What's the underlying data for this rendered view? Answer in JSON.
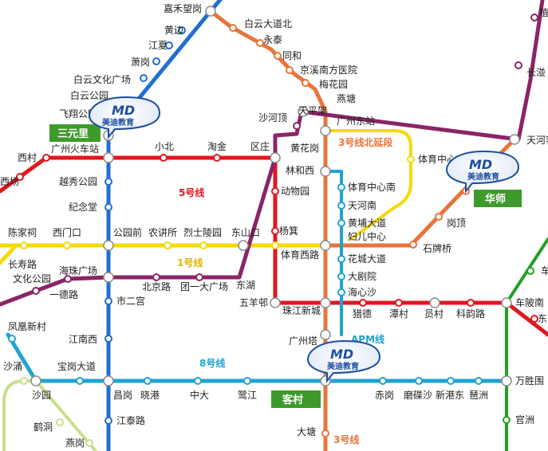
{
  "lines": {
    "line1": {
      "label": "1号线",
      "color": "#f5d90a"
    },
    "line2": {
      "color": "#1f6fd0"
    },
    "line3": {
      "label": "3号线",
      "color": "#e8743b"
    },
    "line3n": {
      "label": "3号线北延段",
      "color": "#f5d90a"
    },
    "line5": {
      "label": "5号线",
      "color": "#e3161f"
    },
    "line6": {
      "color": "#8b2468"
    },
    "line8": {
      "label": "8号线",
      "color": "#1fa3d1"
    },
    "apm": {
      "label": "APM线",
      "color": "#1fa3d1"
    },
    "guangfo": {
      "color": "#c8e08a"
    },
    "green": {
      "color": "#22a022"
    }
  },
  "stations": {
    "jiaheWanggang": "嘉禾望岗",
    "huangbian": "黄边",
    "jiangxia": "江夏",
    "xiaogang": "萧岗",
    "baiyunWenhua": "白云文化广场",
    "baiyunGongyuan": "白云公园",
    "feixiangGongyuan": "飞翔公园",
    "sanyuanli": "三元里",
    "guangzhouHuochezhan": "广州火车站",
    "xicun": "西村",
    "xichang": "西场",
    "yuexiuGongyuan": "越秀公园",
    "jiniantang": "纪念堂",
    "gongyuanqian": "公园前",
    "xiaobei": "小北",
    "taojin": "淘金",
    "quzhuang": "区庄",
    "dongshankou": "东山口",
    "nongjiangsuo": "农讲所",
    "lieshiLingyuan": "烈士陵园",
    "chenjiaci": "陈家祠",
    "ximenkou": "西门口",
    "changshoulu": "长寿路",
    "wenhuaGongyuan": "文化公园",
    "haizhuGuangchang": "海珠广场",
    "yidelu": "一德路",
    "beijinglu": "北京路",
    "tuanyiDa": "团一大广场",
    "donghu": "东湖",
    "shiergong": "市二宫",
    "fenghuangXincun": "凤凰新村",
    "jiangnanxi": "江南西",
    "shayong": "沙涌",
    "baogangDadao": "宝岗大道",
    "shayuan": "沙园",
    "changgang": "昌岗",
    "xiaogang8": "晓港",
    "zhongda": "中大",
    "lujiang": "鹭江",
    "kecun": "客村",
    "jiangtailu": "江泰路",
    "hedong": "鹤洞",
    "yangang": "燕岗",
    "baiyunDadaoBei": "白云大道北",
    "yongtai": "永泰",
    "tonghe": "同和",
    "jingxiNanfang": "京溪南方医院",
    "meihuayuan": "梅花园",
    "yantang": "燕塘",
    "tianpingjia": "天平架",
    "shaheding": "沙河顶",
    "huanghuagang": "黄花岗",
    "guangzhouDongzhan": "广州东站",
    "linhexi": "林和西",
    "tiyuzhongxinnan": "体育中心南",
    "tianhenan": "天河南",
    "huangpuDadao": "黄埔大道",
    "furuerzhongxin": "妇儿中心",
    "huachengDadao": "花城大道",
    "dajuyuan": "大剧院",
    "haixinsha": "海心沙",
    "guangzhouta": "广州塔",
    "tiyuxilu": "体育西路",
    "dongwuyuan": "动物园",
    "yangji": "杨箕",
    "wuyangcun": "五羊邨",
    "zhujiangXincheng": "珠江新城",
    "liede": "猎德",
    "tancun": "潭村",
    "yuancun": "员村",
    "kejilu": "科韵路",
    "chebeinan": "车陂南",
    "dongpu": "东圃",
    "tiyuzhongxin": "体育中心",
    "huashi": "华师",
    "gangding": "岗顶",
    "shipaiqiao": "石牌桥",
    "tianhekeyunzhan": "天河客运站",
    "changban": "长湴",
    "chigang": "赤岗",
    "modiesha": "磨碟沙",
    "xingangdong": "新港东",
    "pazhou": "琶洲",
    "wanshengwei": "万胜围",
    "guancun": "官洲",
    "datang": "大塘",
    "zhiwuyuan": "植物园",
    "che": "车"
  },
  "brand": {
    "name": "美迪教育",
    "logo_text": "MD"
  },
  "labels": {
    "sanyuanli": "三元里",
    "huashi": "华师",
    "kecun": "客村"
  }
}
